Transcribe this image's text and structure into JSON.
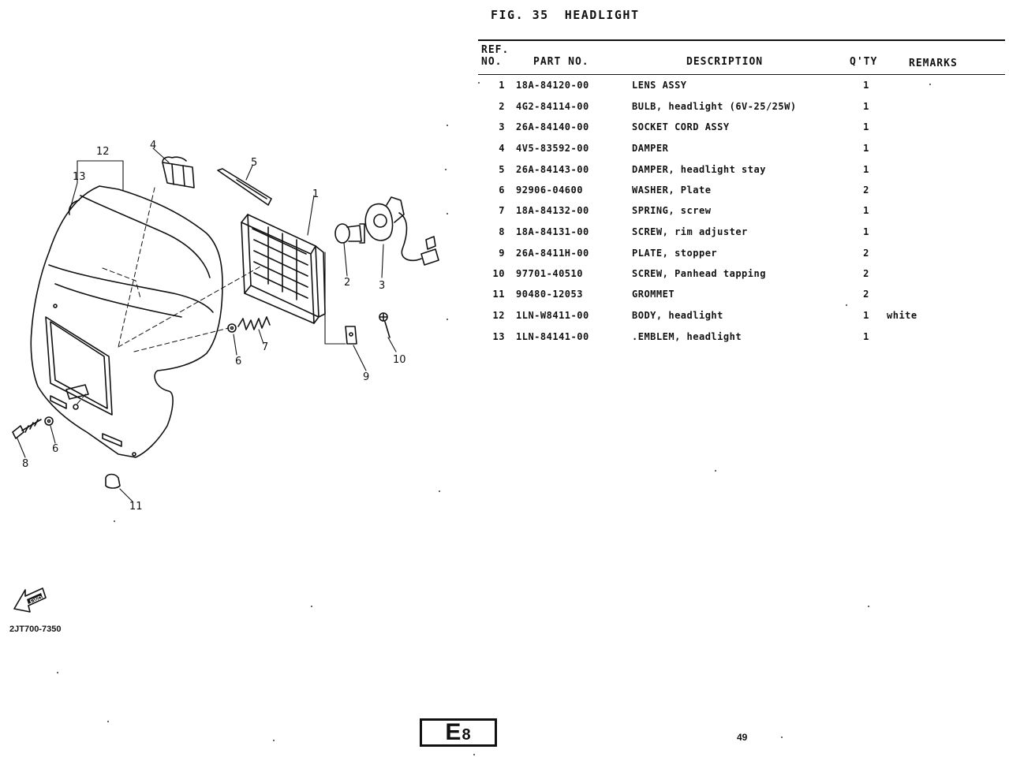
{
  "figure": {
    "label": "FIG. 35",
    "title": "HEADLIGHT"
  },
  "table": {
    "headers": {
      "ref_line1": "REF.",
      "ref_line2": "NO.",
      "part_no": "PART NO.",
      "description": "DESCRIPTION",
      "qty": "Q'TY",
      "remarks": "REMARKS"
    },
    "rows": [
      {
        "ref": "1",
        "part_no": "18A-84120-00",
        "description": "LENS ASSY",
        "qty": "1",
        "remarks": ""
      },
      {
        "ref": "2",
        "part_no": "4G2-84114-00",
        "description": "BULB, headlight (6V-25/25W)",
        "qty": "1",
        "remarks": ""
      },
      {
        "ref": "3",
        "part_no": "26A-84140-00",
        "description": "SOCKET CORD ASSY",
        "qty": "1",
        "remarks": ""
      },
      {
        "ref": "4",
        "part_no": "4V5-83592-00",
        "description": "DAMPER",
        "qty": "1",
        "remarks": ""
      },
      {
        "ref": "5",
        "part_no": "26A-84143-00",
        "description": "DAMPER, headlight stay",
        "qty": "1",
        "remarks": ""
      },
      {
        "ref": "6",
        "part_no": "92906-04600",
        "description": "WASHER, Plate",
        "qty": "2",
        "remarks": ""
      },
      {
        "ref": "7",
        "part_no": "18A-84132-00",
        "description": "SPRING, screw",
        "qty": "1",
        "remarks": ""
      },
      {
        "ref": "8",
        "part_no": "18A-84131-00",
        "description": "SCREW, rim adjuster",
        "qty": "1",
        "remarks": ""
      },
      {
        "ref": "9",
        "part_no": "26A-8411H-00",
        "description": "PLATE, stopper",
        "qty": "2",
        "remarks": ""
      },
      {
        "ref": "10",
        "part_no": "97701-40510",
        "description": "SCREW, Panhead tapping",
        "qty": "2",
        "remarks": ""
      },
      {
        "ref": "11",
        "part_no": "90480-12053",
        "description": "GROMMET",
        "qty": "2",
        "remarks": ""
      },
      {
        "ref": "12",
        "part_no": "1LN-W8411-00",
        "description": "BODY, headlight",
        "qty": "1",
        "remarks": "white"
      },
      {
        "ref": "13",
        "part_no": "1LN-84141-00",
        "description": ".EMBLEM, headlight",
        "qty": "1",
        "remarks": ""
      }
    ]
  },
  "diagram": {
    "callouts": [
      "1",
      "2",
      "3",
      "4",
      "5",
      "6",
      "7",
      "8",
      "9",
      "10",
      "11",
      "12",
      "13"
    ],
    "callout_6b": "6"
  },
  "footer": {
    "fwd_label": "FWD",
    "catalog_number": "2JT700-7350",
    "section_code": "E",
    "section_num": "8",
    "page_number": "49"
  },
  "icons": {
    "forward": "forward-arrow-icon"
  }
}
